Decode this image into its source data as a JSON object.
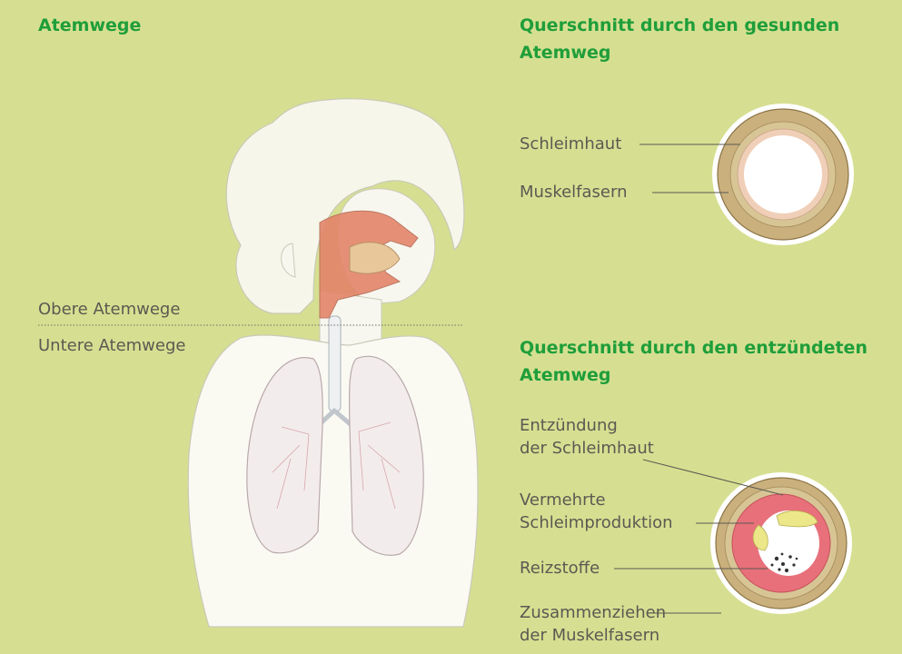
{
  "left": {
    "title": "Atemwege",
    "upper_label": "Obere Atemwege",
    "lower_label": "Untere Atemwege"
  },
  "healthy": {
    "title_line1": "Querschnitt durch den gesunden",
    "title_line2": "Atemweg",
    "labels": [
      "Schleimhaut",
      "Muskelfasern"
    ]
  },
  "inflamed": {
    "title_line1": "Querschnitt durch den entzündeten",
    "title_line2": "Atemweg",
    "label1_line1": "Entzündung",
    "label1_line2": "der Schleimhaut",
    "label2_line1": "Vermehrte",
    "label2_line2": "Schleimproduktion",
    "label3": "Reizstoffe",
    "label4_line1": "Zusammenziehen",
    "label4_line2": "der Muskelfasern"
  },
  "colors": {
    "background": "#d6df91",
    "heading": "#1f9e3a",
    "label": "#5a5a52",
    "muscle": "#c9b07d",
    "mucosa_healthy": "#f0cfb8",
    "mucosa_inflamed": "#e8707a",
    "mucus": "#ece88a"
  }
}
